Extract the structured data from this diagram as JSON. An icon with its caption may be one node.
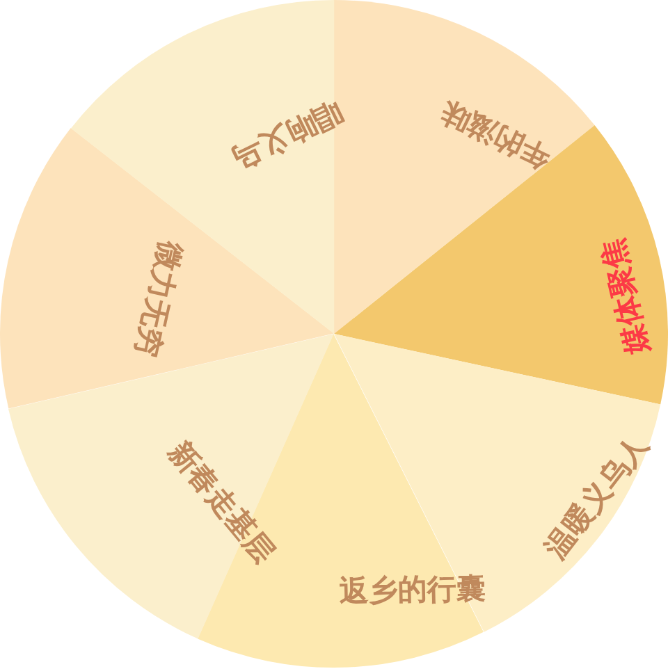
{
  "diagram": {
    "nodes": [
      {
        "text": [
          "年的滋味"
        ]
      },
      {
        "text": [
          "媒体聚焦"
        ]
      },
      {
        "text": [
          "温暖义乌人"
        ]
      },
      {
        "text": [
          "返乡的行囊"
        ]
      },
      {
        "text": [
          "新春走基层"
        ]
      },
      {
        "text": [
          "微力无穷"
        ]
      },
      {
        "text": [
          "唱响义乌"
        ]
      }
    ]
  }
}
